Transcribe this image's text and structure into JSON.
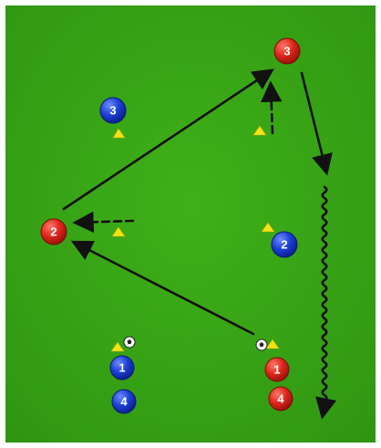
{
  "diagram": {
    "colors": {
      "pitch": "#36a313",
      "pitch_edge": "#2f8f10",
      "red_team": "#e0261b",
      "blue_team": "#1c3fd6",
      "cone": "#f2e313",
      "arrow": "#111111"
    },
    "players": [
      {
        "id": "red-1",
        "team": "red",
        "number": "1"
      },
      {
        "id": "red-2",
        "team": "red",
        "number": "2"
      },
      {
        "id": "red-3",
        "team": "red",
        "number": "3"
      },
      {
        "id": "red-4",
        "team": "red",
        "number": "4"
      },
      {
        "id": "blue-1",
        "team": "blue",
        "number": "1"
      },
      {
        "id": "blue-2",
        "team": "blue",
        "number": "2"
      },
      {
        "id": "blue-3",
        "team": "blue",
        "number": "3"
      },
      {
        "id": "blue-4",
        "team": "blue",
        "number": "4"
      }
    ],
    "cone_count": 6,
    "ball_count": 2
  }
}
